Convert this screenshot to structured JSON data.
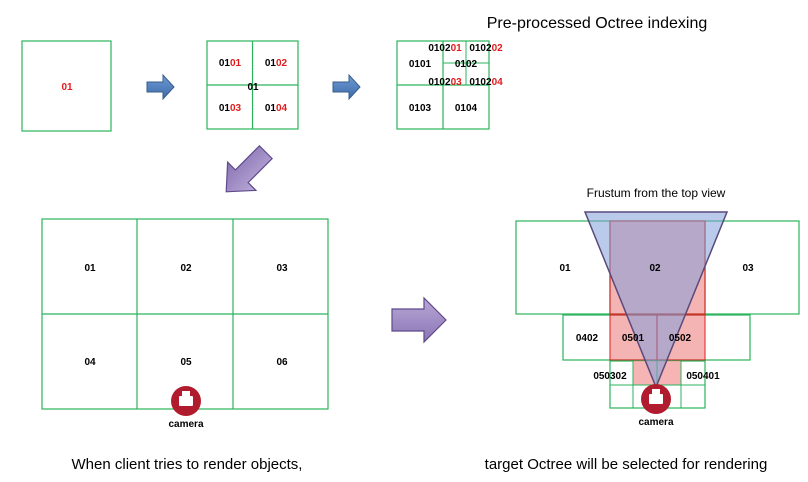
{
  "title": "Pre-processed Octree indexing",
  "frustum_label": "Frustum from the top view",
  "caption_left": "When client tries to render objects,",
  "caption_right": "target Octree will be selected for rendering",
  "camera_label": "camera",
  "colors": {
    "grid": "#2bb35c",
    "red_text": "#e31a1c",
    "arrow_blue": "#4f81bd",
    "arrow_purple": "#8064a2",
    "camera": "#b01c2e",
    "frustum_fill": "#7f9fd8",
    "selected_fill": "#f4a7a7",
    "selected_border": "#e31a1c"
  },
  "step1": {
    "cell": {
      "prefix": "",
      "suffix": "01"
    }
  },
  "step2": {
    "center": "01",
    "cells": [
      {
        "prefix": "01",
        "suffix": "01"
      },
      {
        "prefix": "01",
        "suffix": "02"
      },
      {
        "prefix": "01",
        "suffix": "03"
      },
      {
        "prefix": "01",
        "suffix": "04"
      }
    ]
  },
  "step3": {
    "sub_center": "0102",
    "cells": [
      "0101",
      "0103",
      "0104"
    ],
    "sub_cells": [
      {
        "prefix": "0102",
        "suffix": "01"
      },
      {
        "prefix": "0102",
        "suffix": "02"
      },
      {
        "prefix": "0102",
        "suffix": "03"
      },
      {
        "prefix": "0102",
        "suffix": "04"
      }
    ]
  },
  "left_grid": [
    "01",
    "02",
    "03",
    "04",
    "05",
    "06"
  ],
  "right_grid": {
    "top": [
      "01",
      "02",
      "03"
    ],
    "middle": [
      "0402",
      "0501",
      "0502"
    ],
    "bottom": [
      "050302",
      "050401"
    ]
  }
}
